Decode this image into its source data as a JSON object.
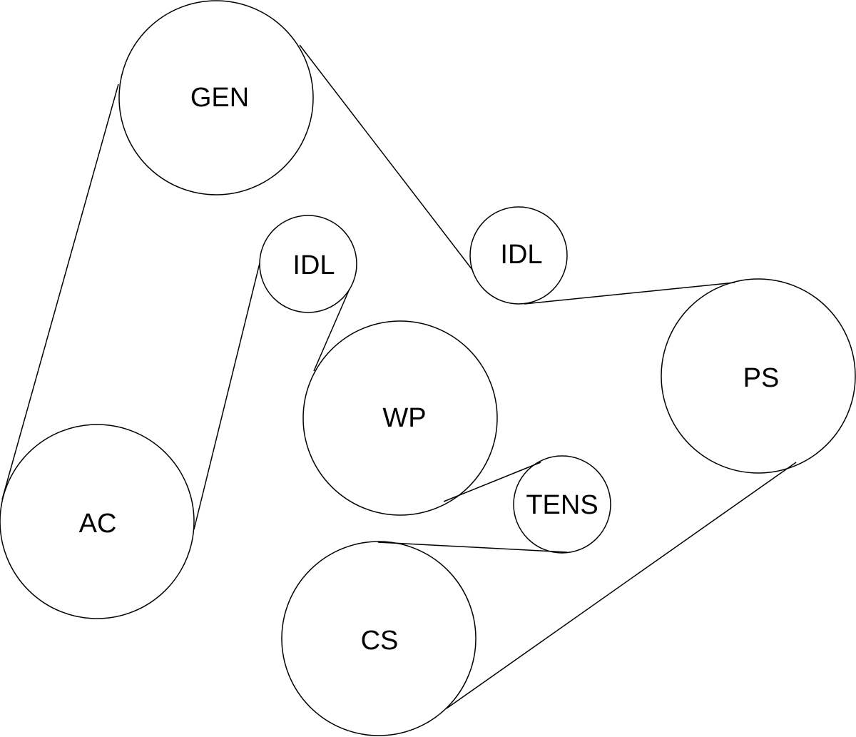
{
  "diagram": {
    "pulleys": {
      "gen": "GEN",
      "idl_upper": "IDL",
      "idl_left": "IDL",
      "ps": "PS",
      "wp": "WP",
      "tens": "TENS",
      "ac": "AC",
      "cs": "CS"
    }
  }
}
